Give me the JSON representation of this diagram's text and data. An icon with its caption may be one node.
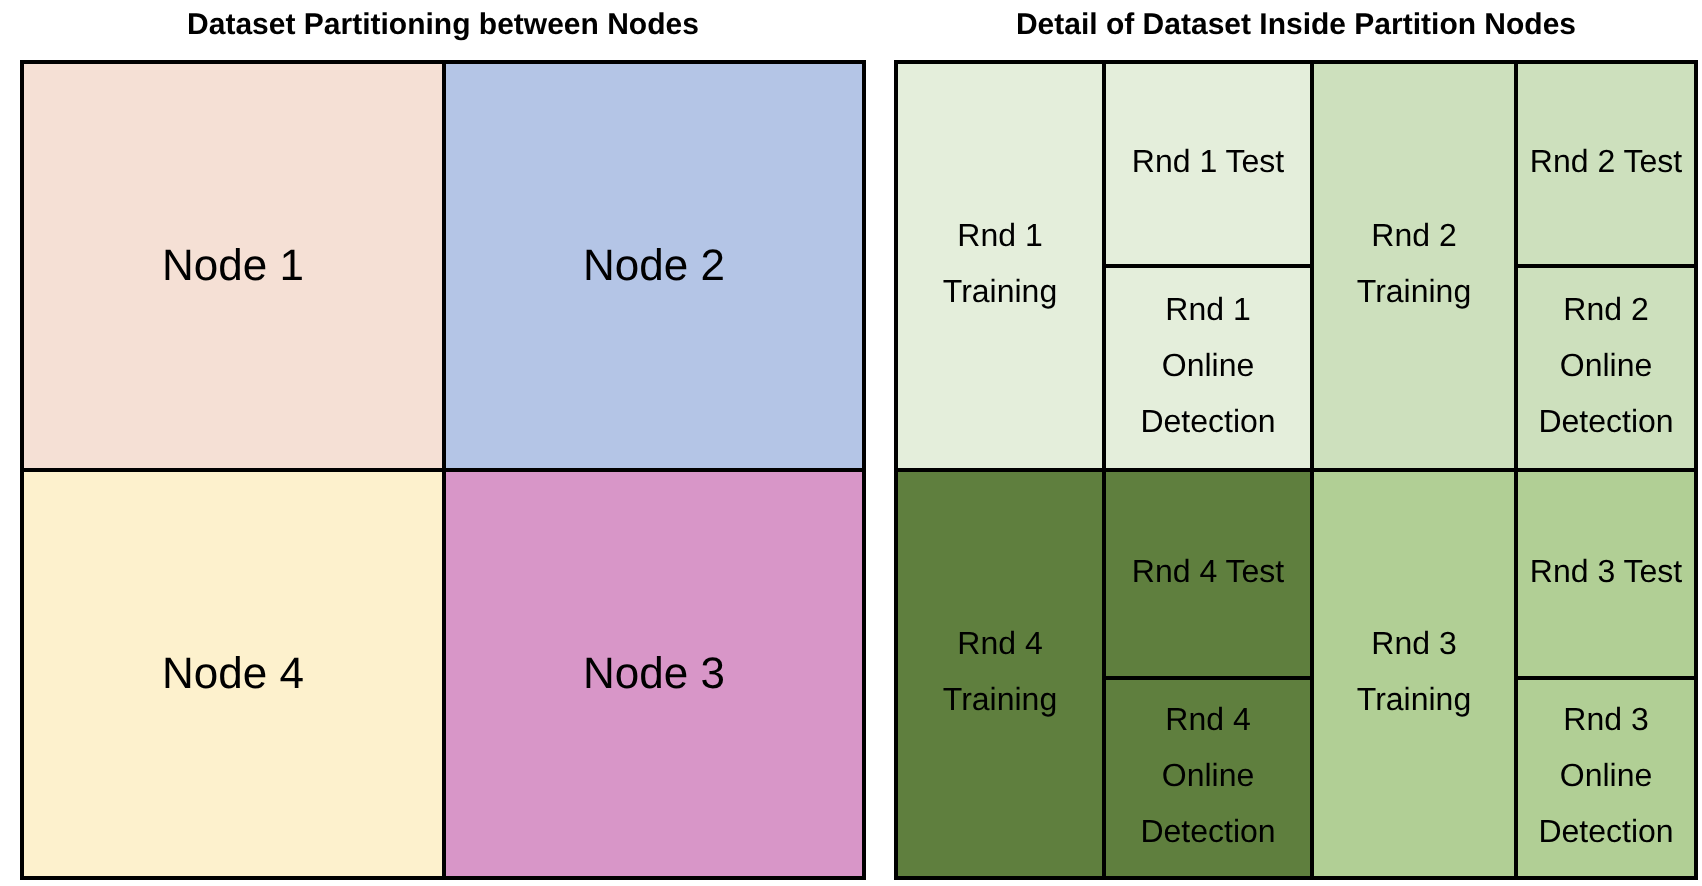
{
  "diagram": {
    "nodes": [
      {
        "text": [
          "Dataset Partitioning between Nodes"
        ]
      },
      {
        "text": [
          "Node 1"
        ],
        "in": 0
      },
      {
        "text": [
          "Node 2"
        ],
        "in": 0
      },
      {
        "text": [
          "Node 4"
        ],
        "in": 0
      },
      {
        "text": [
          "Node 3"
        ],
        "in": 0
      },
      {
        "text": [
          "Detail of Dataset Inside Partition Nodes"
        ]
      },
      {
        "text": [
          "Rnd 1 Training"
        ],
        "in": 5
      },
      {
        "text": [
          "Rnd 1 Test"
        ],
        "in": 5
      },
      {
        "text": [
          "Rnd 2 Training"
        ],
        "in": 5
      },
      {
        "text": [
          "Rnd 2 Test"
        ],
        "in": 5
      },
      {
        "text": [
          "Rnd 1 Online Detection"
        ],
        "in": 5
      },
      {
        "text": [
          "Rnd 2 Online Detection"
        ],
        "in": 5
      },
      {
        "text": [
          "Rnd 4 Training"
        ],
        "in": 5
      },
      {
        "text": [
          "Rnd 4 Test"
        ],
        "in": 5
      },
      {
        "text": [
          "Rnd 3 Training"
        ],
        "in": 5
      },
      {
        "text": [
          "Rnd 3 Test"
        ],
        "in": 5
      },
      {
        "text": [
          "Rnd 4 Online Detection"
        ],
        "in": 5
      },
      {
        "text": [
          "Rnd 3 Online Detection"
        ],
        "in": 5
      }
    ],
    "edges": []
  }
}
